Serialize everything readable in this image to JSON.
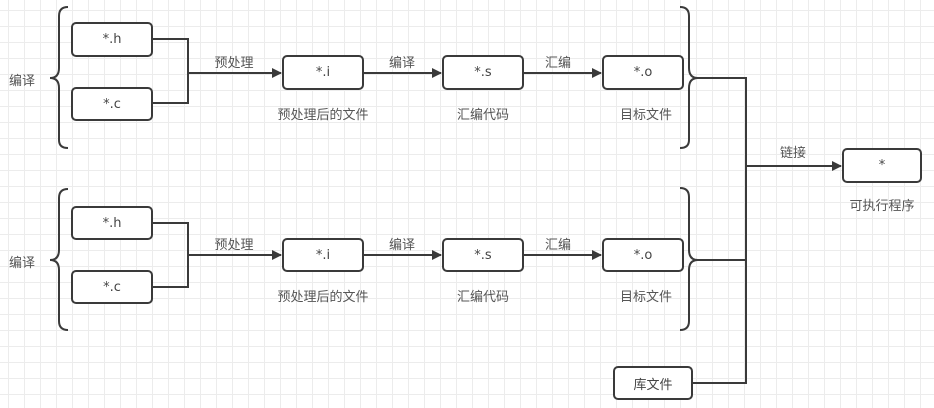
{
  "colors": {
    "stroke": "#3a3a3a",
    "text": "#555555",
    "grid": "#ececec",
    "background": "#ffffff"
  },
  "groups": [
    {
      "side_label": "编译",
      "sources": [
        "*.h",
        "*.c"
      ],
      "steps": [
        {
          "edge_label": "预处理",
          "node": "*.i",
          "caption": "预处理后的文件"
        },
        {
          "edge_label": "编译",
          "node": "*.s",
          "caption": "汇编代码"
        },
        {
          "edge_label": "汇编",
          "node": "*.o",
          "caption": "目标文件"
        }
      ]
    },
    {
      "side_label": "编译",
      "sources": [
        "*.h",
        "*.c"
      ],
      "steps": [
        {
          "edge_label": "预处理",
          "node": "*.i",
          "caption": "预处理后的文件"
        },
        {
          "edge_label": "编译",
          "node": "*.s",
          "caption": "汇编代码"
        },
        {
          "edge_label": "汇编",
          "node": "*.o",
          "caption": "目标文件"
        }
      ]
    }
  ],
  "library": {
    "node": "库文件"
  },
  "link": {
    "edge_label": "链接",
    "node": "*",
    "caption": "可执行程序"
  }
}
